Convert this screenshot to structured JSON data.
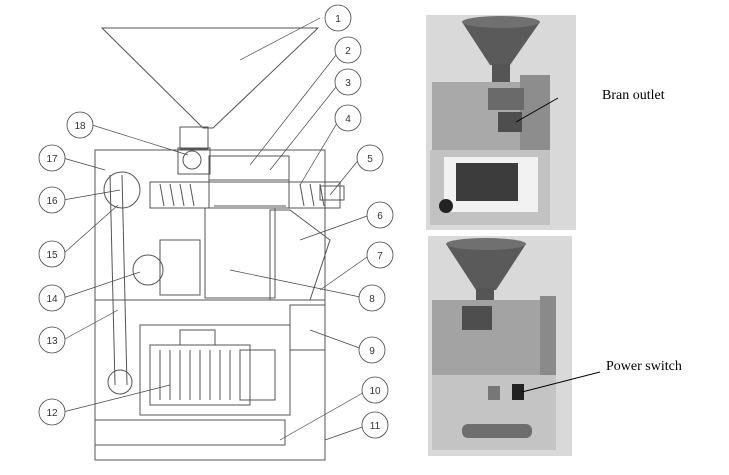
{
  "callouts": [
    "1",
    "2",
    "3",
    "4",
    "5",
    "6",
    "7",
    "8",
    "9",
    "10",
    "11",
    "12",
    "13",
    "14",
    "15",
    "16",
    "17",
    "18"
  ],
  "photo_labels": {
    "bran_outlet": "Bran outlet",
    "power_switch": "Power switch"
  },
  "colors": {
    "line": "#555555",
    "machine_body": "#a9a9a9",
    "machine_dark": "#5a5a5a",
    "photo_bg": "#d9d9d9"
  }
}
